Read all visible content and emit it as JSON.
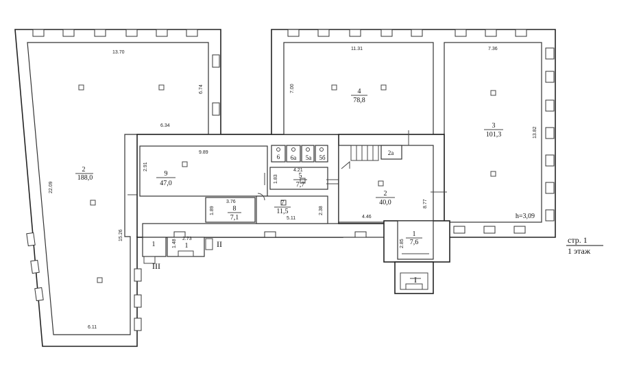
{
  "rooms": [
    {
      "num": "2",
      "area": "188,0"
    },
    {
      "num": "9",
      "area": "47,0"
    },
    {
      "num": "8",
      "area": "7,1"
    },
    {
      "num": "7",
      "area": "11,5"
    },
    {
      "num": "5",
      "area": "7,7"
    },
    {
      "num": "4",
      "area": "78,8"
    },
    {
      "num": "3",
      "area": "101,3"
    },
    {
      "num": "2",
      "area": "40,0"
    },
    {
      "num": "1",
      "area": "7,6"
    },
    {
      "num": "1"
    },
    {
      "num": "1"
    }
  ],
  "small_labels": {
    "r6": "6",
    "r6a": "6а",
    "r5a": "5а",
    "r5b": "5б",
    "r2a": "2а"
  },
  "dims": {
    "d1370": "13.70",
    "d674": "6.74",
    "d634": "6.34",
    "d2209": "22.09",
    "d1526": "15.26",
    "d611": "6.11",
    "d291": "2.91",
    "d989": "9.89",
    "d1131": "11.31",
    "d700": "7.00",
    "d736": "7.36",
    "d1382": "13.82",
    "d421": "4.21",
    "d183": "1.83",
    "d376": "3.76",
    "d189": "1.89",
    "d511": "5.11",
    "d238": "2.38",
    "d446": "4.46",
    "d877": "8.77",
    "d285": "2.85",
    "d273": "2.73",
    "d148": "1.48"
  },
  "height_label": "h=3,09",
  "entrances": {
    "e1": "I",
    "e2": "II",
    "e3": "III"
  },
  "page_label": "стр. 1",
  "floor_label": "1 этаж"
}
